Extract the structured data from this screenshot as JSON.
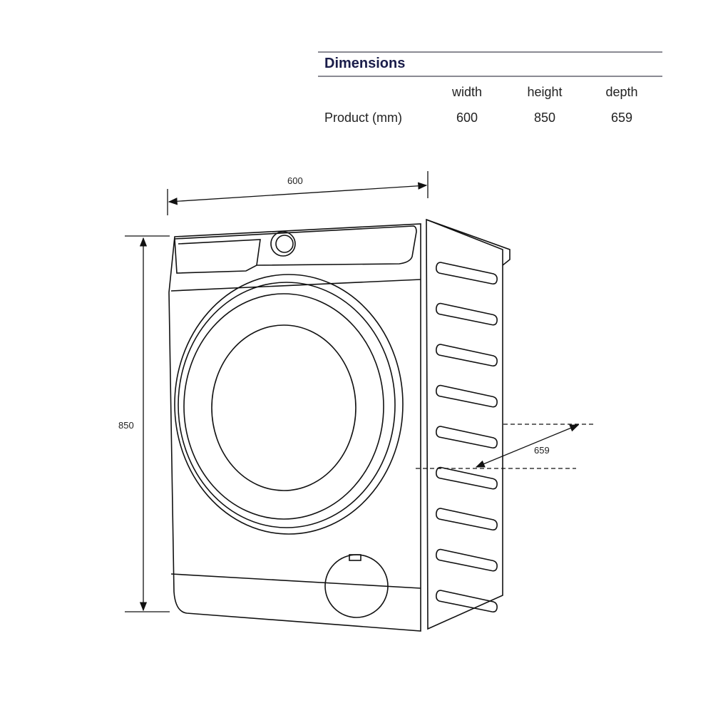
{
  "table": {
    "title": "Dimensions",
    "columns": [
      "width",
      "height",
      "depth"
    ],
    "rows": [
      {
        "label": "Product (mm)",
        "values": [
          "600",
          "850",
          "659"
        ]
      }
    ]
  },
  "drawing": {
    "width_label": "600",
    "height_label": "850",
    "depth_label": "659"
  }
}
